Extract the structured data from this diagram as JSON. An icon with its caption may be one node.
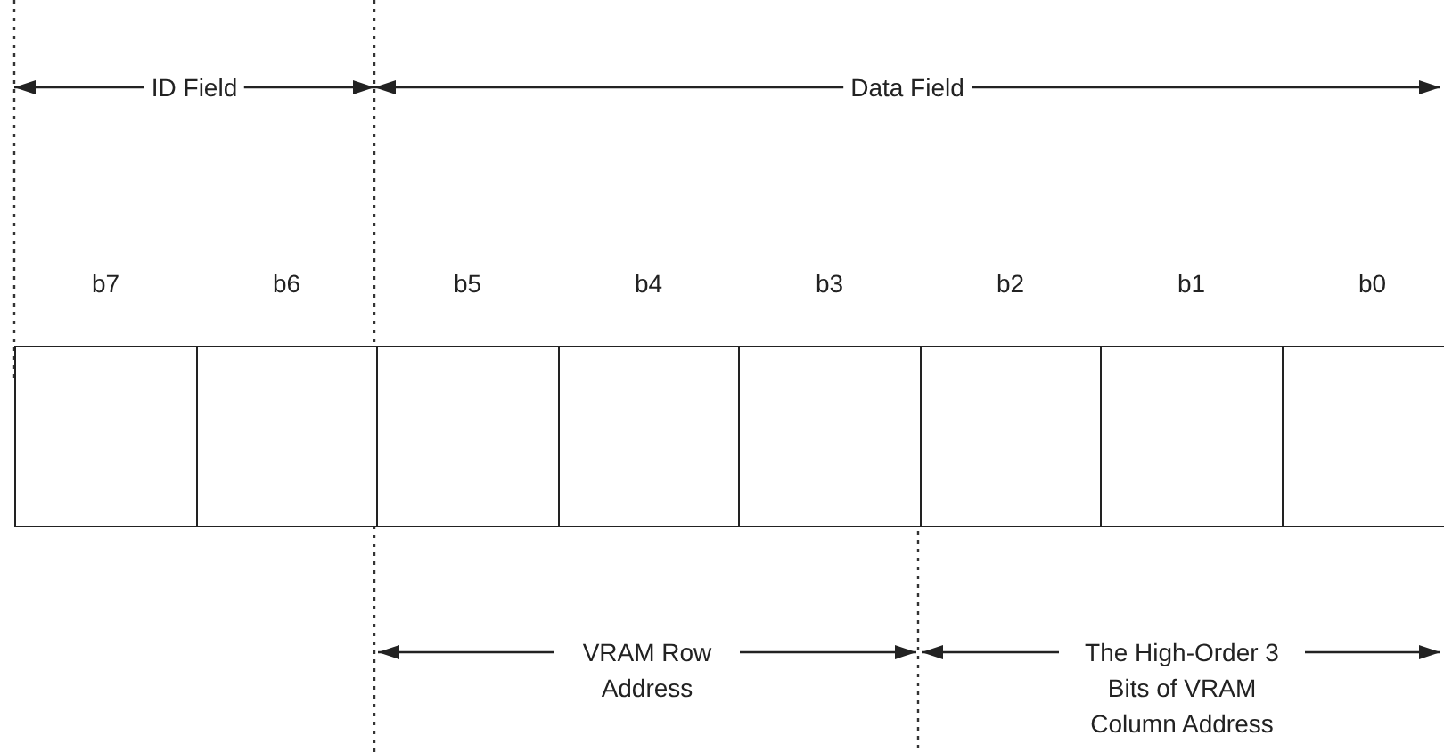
{
  "diagram": {
    "nodes": [
      {
        "text": [
          "b7"
        ]
      },
      {
        "text": [
          "b6"
        ]
      },
      {
        "text": [
          "b5"
        ]
      },
      {
        "text": [
          "b4"
        ]
      },
      {
        "text": [
          "b3"
        ]
      },
      {
        "text": [
          "b2"
        ]
      },
      {
        "text": [
          "b1"
        ]
      },
      {
        "text": [
          "b0"
        ]
      }
    ],
    "labels": [
      "ID Field",
      "Data Field",
      "VRAM Row Address",
      "The High-Order 3 Bits of VRAM Column Address"
    ]
  }
}
